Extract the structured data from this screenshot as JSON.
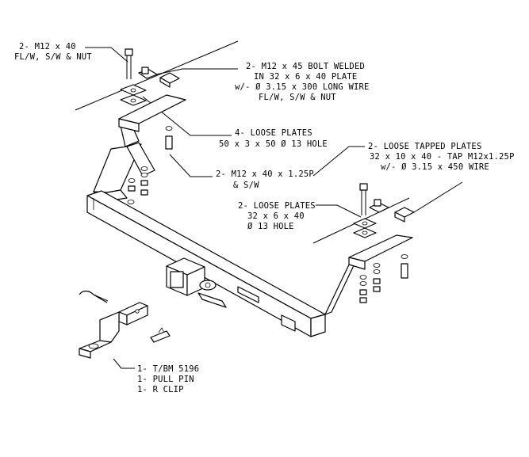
{
  "labels": {
    "bolts_top": [
      "2- M12 x 40",
      "FL/W, S/W & NUT"
    ],
    "bolt_welded": [
      "2- M12 x 45 BOLT WELDED",
      "IN  32 x 6 x 40 PLATE",
      "w/- Ø 3.15 x 300 LONG WIRE",
      "FL/W, S/W & NUT"
    ],
    "loose_plates_left": [
      "4- LOOSE PLATES",
      "50 x 3 x 50 Ø 13 HOLE"
    ],
    "bolts_mid": [
      "2- M12 x 40 x 1.25P",
      "& S/W"
    ],
    "tapped_plates": [
      "2- LOOSE TAPPED PLATES",
      "32 x 10 x 40 - TAP M12x1.25P",
      "w/- Ø 3.15 x 450 WIRE"
    ],
    "loose_plates_right": [
      "2- LOOSE PLATES",
      "32 x 6 x 40",
      "Ø 13 HOLE"
    ],
    "accessories": [
      "1- T/BM 5196",
      "1- PULL PIN",
      "1- R CLIP"
    ]
  }
}
